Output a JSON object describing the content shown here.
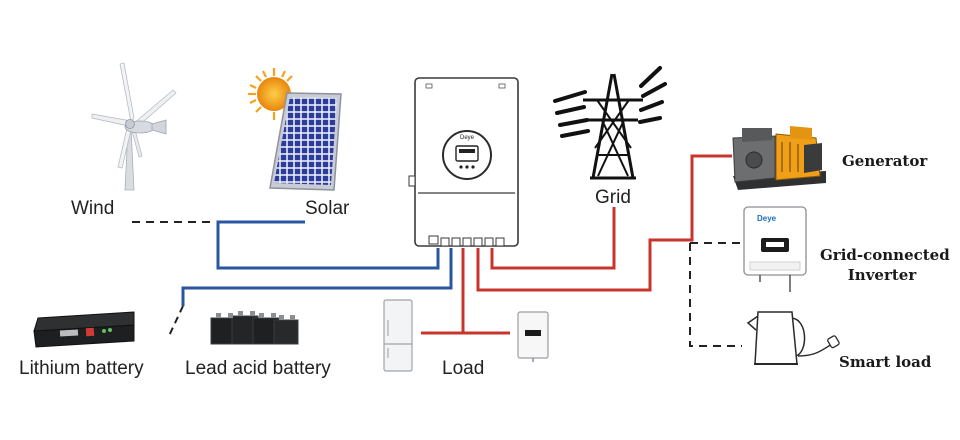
{
  "labels": {
    "wind": "Wind",
    "solar": "Solar",
    "grid": "Grid",
    "generator": "Generator",
    "grid_inverter_line1": "Grid-connected",
    "grid_inverter_line2": "Inverter",
    "smart_load": "Smart load",
    "lithium": "Lithium battery",
    "lead_acid": "Lead acid battery",
    "load": "Load"
  },
  "brand_text": "Deye",
  "colors": {
    "dc_line": "#2a56a0",
    "ac_line": "#c8342c",
    "signal_line": "#222222",
    "sun": "#f4a21c",
    "panel": "#2b3c9c"
  },
  "icons": [
    "wind-turbine-icon",
    "solar-panel-icon",
    "hybrid-inverter-icon",
    "transmission-tower-icon",
    "generator-icon",
    "grid-inverter-icon",
    "kettle-icon",
    "lithium-battery-icon",
    "lead-acid-battery-icon",
    "refrigerator-icon",
    "wall-charger-icon"
  ]
}
